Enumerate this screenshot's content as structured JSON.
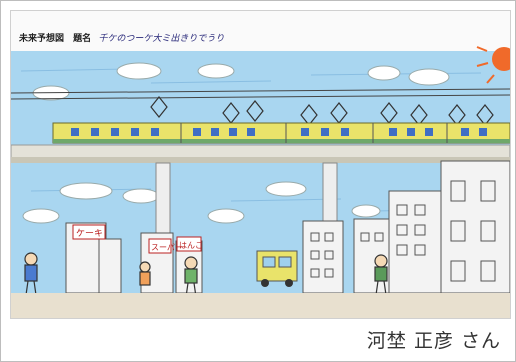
{
  "drawing": {
    "label": "未来予想図",
    "title_label": "題名",
    "title": "千ケのつーケ大ミ出きりでうり",
    "sign_texts": [
      "ケーキ",
      "スーパー",
      "はんこ"
    ]
  },
  "caption": {
    "artist_credit": "河埜 正彦 さん"
  },
  "colors": {
    "sky": "#9fd0ee",
    "train_body": "#e9e36a",
    "sun": "#f06a2a",
    "building": "#f3f3f3",
    "ground": "#e8e0cf"
  }
}
